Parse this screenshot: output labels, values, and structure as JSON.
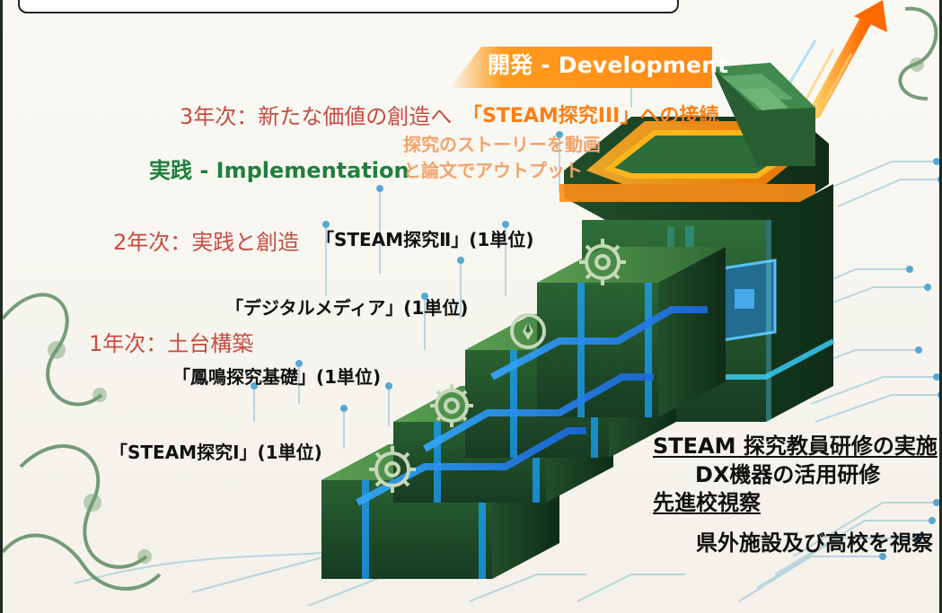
{
  "banner": {
    "text": "開発 - Development"
  },
  "labels": {
    "year3": "3年次：新たな価値の創造へ",
    "steam3": "「STEAM探究III」への接続",
    "implementation": "実践 - Implementation",
    "story_line1": "探究のストーリーを動画",
    "story_line2": "と論文でアウトプット",
    "year2": "2年次：実践と創造",
    "steam2": "「STEAM探究Ⅱ」(1単位)",
    "digital_media": "「デジタルメディア」(1単位)",
    "year1": "1年次：土台構築",
    "hoomei": "「鳳鳴探究基礎」(1単位)",
    "steam1": "「STEAM探究Ⅰ」(1単位)"
  },
  "footer": {
    "line1": "STEAM 探究教員研修の実施",
    "line2": "DX機器の活用研修",
    "line3": "先進校視察",
    "line4": "県外施設及び高校を視察"
  },
  "colors": {
    "frame": "#1f2a20",
    "banner": "#ff9b1d",
    "red": "#c84c43",
    "orange": "#ff7e13",
    "green": "#1f7f3c",
    "orange_light": "#f2a36c",
    "block_top": "#4a9a52",
    "block_front": "#2f6f38",
    "glow": "#2da8ff"
  }
}
